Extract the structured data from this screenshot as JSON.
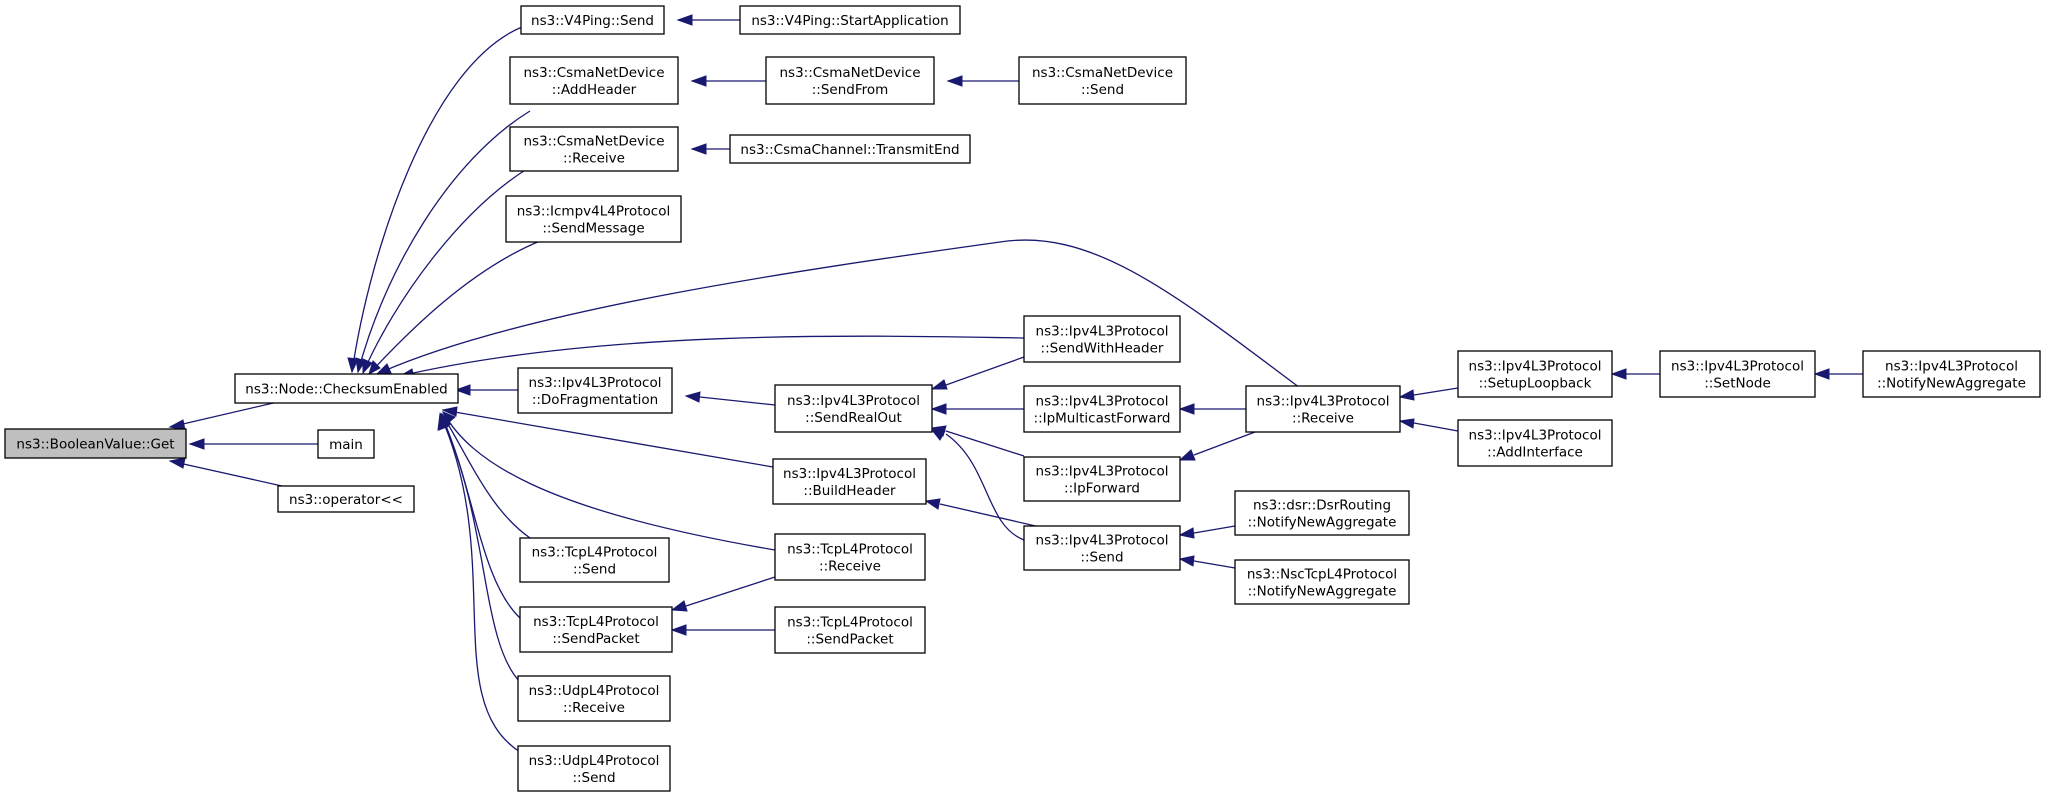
{
  "colors": {
    "edge": "#191970",
    "root_fill": "#bfbfbf",
    "node_fill": "#ffffff",
    "border": "#000000"
  },
  "nodes": {
    "get": {
      "lines": [
        "ns3::BooleanValue::Get"
      ]
    },
    "checksum": {
      "lines": [
        "ns3::Node::ChecksumEnabled"
      ]
    },
    "main": {
      "lines": [
        "main"
      ]
    },
    "oplt": {
      "lines": [
        "ns3::operator<<"
      ]
    },
    "v4send": {
      "lines": [
        "ns3::V4Ping::Send"
      ]
    },
    "v4start": {
      "lines": [
        "ns3::V4Ping::StartApplication"
      ]
    },
    "csmaAdd": {
      "lines": [
        "ns3::CsmaNetDevice",
        "::AddHeader"
      ]
    },
    "csmaSF": {
      "lines": [
        "ns3::CsmaNetDevice",
        "::SendFrom"
      ]
    },
    "csmaSend": {
      "lines": [
        "ns3::CsmaNetDevice",
        "::Send"
      ]
    },
    "csmaRecv": {
      "lines": [
        "ns3::CsmaNetDevice",
        "::Receive"
      ]
    },
    "csmaTE": {
      "lines": [
        "ns3::CsmaChannel::TransmitEnd"
      ]
    },
    "icmp": {
      "lines": [
        "ns3::Icmpv4L4Protocol",
        "::SendMessage"
      ]
    },
    "swh": {
      "lines": [
        "ns3::Ipv4L3Protocol",
        "::SendWithHeader"
      ]
    },
    "dofrag": {
      "lines": [
        "ns3::Ipv4L3Protocol",
        "::DoFragmentation"
      ]
    },
    "sro": {
      "lines": [
        "ns3::Ipv4L3Protocol",
        "::SendRealOut"
      ]
    },
    "ipmf": {
      "lines": [
        "ns3::Ipv4L3Protocol",
        "::IpMulticastForward"
      ]
    },
    "ipv4recv": {
      "lines": [
        "ns3::Ipv4L3Protocol",
        "::Receive"
      ]
    },
    "setuplb": {
      "lines": [
        "ns3::Ipv4L3Protocol",
        "::SetupLoopback"
      ]
    },
    "setnode": {
      "lines": [
        "ns3::Ipv4L3Protocol",
        "::SetNode"
      ]
    },
    "notifyNA": {
      "lines": [
        "ns3::Ipv4L3Protocol",
        "::NotifyNewAggregate"
      ]
    },
    "addif": {
      "lines": [
        "ns3::Ipv4L3Protocol",
        "::AddInterface"
      ]
    },
    "ipfwd": {
      "lines": [
        "ns3::Ipv4L3Protocol",
        "::IpForward"
      ]
    },
    "bh": {
      "lines": [
        "ns3::Ipv4L3Protocol",
        "::BuildHeader"
      ]
    },
    "ipv4send": {
      "lines": [
        "ns3::Ipv4L3Protocol",
        "::Send"
      ]
    },
    "dsr": {
      "lines": [
        "ns3::dsr::DsrRouting",
        "::NotifyNewAggregate"
      ]
    },
    "nsc": {
      "lines": [
        "ns3::NscTcpL4Protocol",
        "::NotifyNewAggregate"
      ]
    },
    "tcpRecv": {
      "lines": [
        "ns3::TcpL4Protocol",
        "::Receive"
      ]
    },
    "tcpSend": {
      "lines": [
        "ns3::TcpL4Protocol",
        "::Send"
      ]
    },
    "tcpSP": {
      "lines": [
        "ns3::TcpL4Protocol",
        "::SendPacket"
      ]
    },
    "tcpSP2": {
      "lines": [
        "ns3::TcpL4Protocol",
        "::SendPacket"
      ]
    },
    "udpRecv": {
      "lines": [
        "ns3::UdpL4Protocol",
        "::Receive"
      ]
    },
    "udpSend": {
      "lines": [
        "ns3::UdpL4Protocol",
        "::Send"
      ]
    }
  },
  "edges": [
    [
      "get",
      "checksum"
    ],
    [
      "get",
      "main"
    ],
    [
      "get",
      "oplt"
    ],
    [
      "checksum",
      "v4send"
    ],
    [
      "checksum",
      "csmaAdd"
    ],
    [
      "checksum",
      "csmaRecv"
    ],
    [
      "checksum",
      "icmp"
    ],
    [
      "checksum",
      "ipv4recv"
    ],
    [
      "checksum",
      "swh"
    ],
    [
      "checksum",
      "dofrag"
    ],
    [
      "checksum",
      "bh"
    ],
    [
      "checksum",
      "tcpRecv"
    ],
    [
      "checksum",
      "tcpSend"
    ],
    [
      "checksum",
      "tcpSP"
    ],
    [
      "checksum",
      "udpRecv"
    ],
    [
      "checksum",
      "udpSend"
    ],
    [
      "v4send",
      "v4start"
    ],
    [
      "csmaAdd",
      "csmaSF"
    ],
    [
      "csmaSF",
      "csmaSend"
    ],
    [
      "csmaRecv",
      "csmaTE"
    ],
    [
      "dofrag",
      "sro"
    ],
    [
      "sro",
      "swh"
    ],
    [
      "sro",
      "ipmf"
    ],
    [
      "sro",
      "ipfwd"
    ],
    [
      "sro",
      "ipv4send"
    ],
    [
      "ipmf",
      "ipv4recv"
    ],
    [
      "ipfwd",
      "ipv4recv"
    ],
    [
      "ipv4recv",
      "setuplb"
    ],
    [
      "ipv4recv",
      "addif"
    ],
    [
      "setuplb",
      "setnode"
    ],
    [
      "setnode",
      "notifyNA"
    ],
    [
      "bh",
      "ipv4send"
    ],
    [
      "ipv4send",
      "dsr"
    ],
    [
      "ipv4send",
      "nsc"
    ],
    [
      "tcpSP",
      "tcpRecv"
    ],
    [
      "tcpSP",
      "tcpSP2"
    ]
  ]
}
